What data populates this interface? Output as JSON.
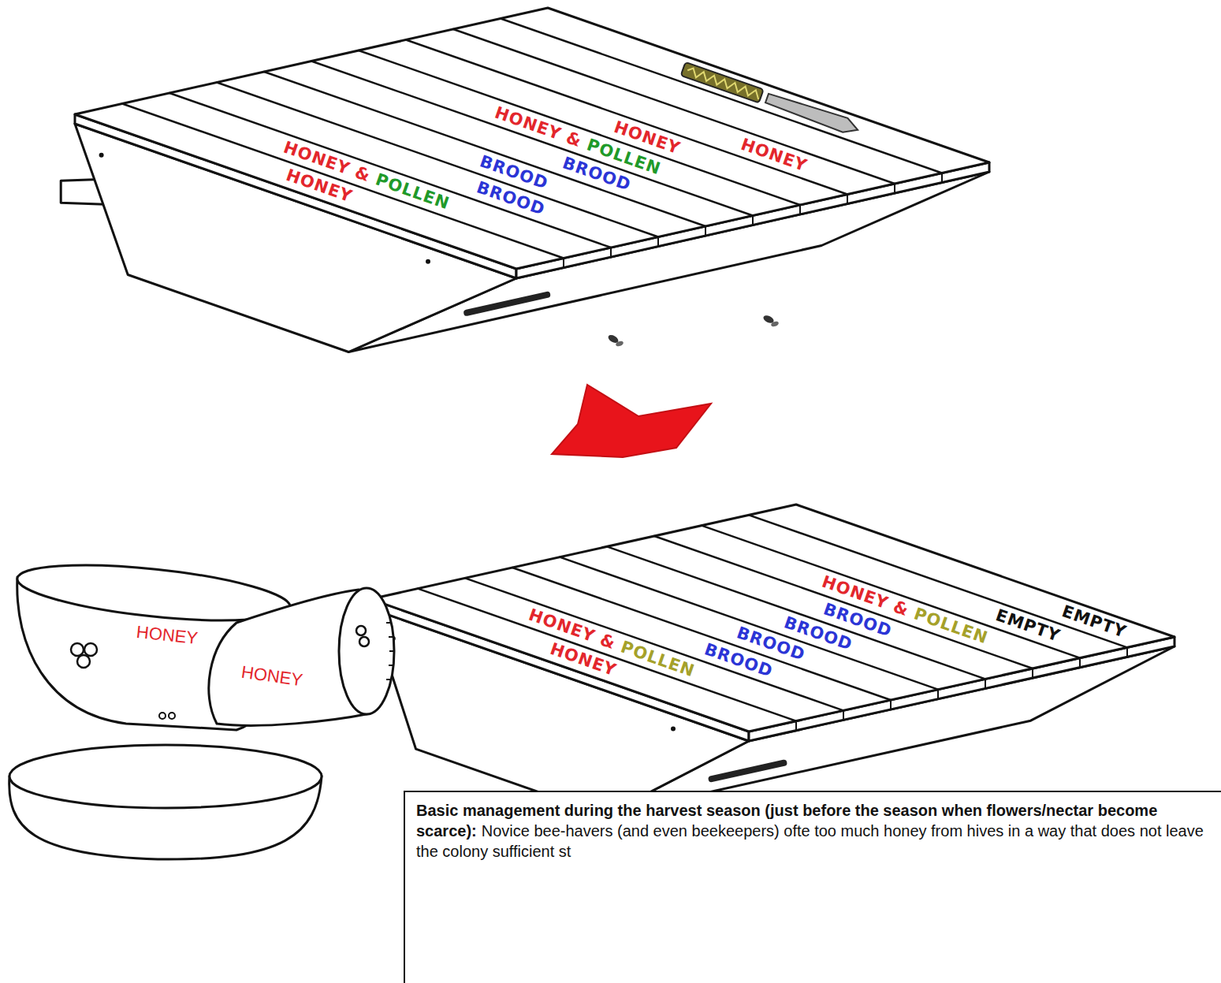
{
  "diagram": {
    "nodes": [
      {
        "text": [
          "Basic management during the harvest season (just before the season when flowers/nectar become scarce):",
          "Novice bee-havers (and even beekeepers) ofte too much honey from hives in a way that does not leave the colony sufficient st"
        ]
      }
    ],
    "labels": [
      "HONEY",
      "HONEY & POLLEN",
      "BROOD",
      "BROOD",
      "BROOD",
      "HONEY & POLLEN",
      "HONEY",
      "HONEY",
      "HONEY",
      "HONEY & POLLEN",
      "BROOD",
      "BROOD",
      "BROOD",
      "BROOD",
      "HONEY & POLLEN",
      "EMPTY",
      "EMPTY",
      "HONEY",
      "HONEY"
    ]
  }
}
